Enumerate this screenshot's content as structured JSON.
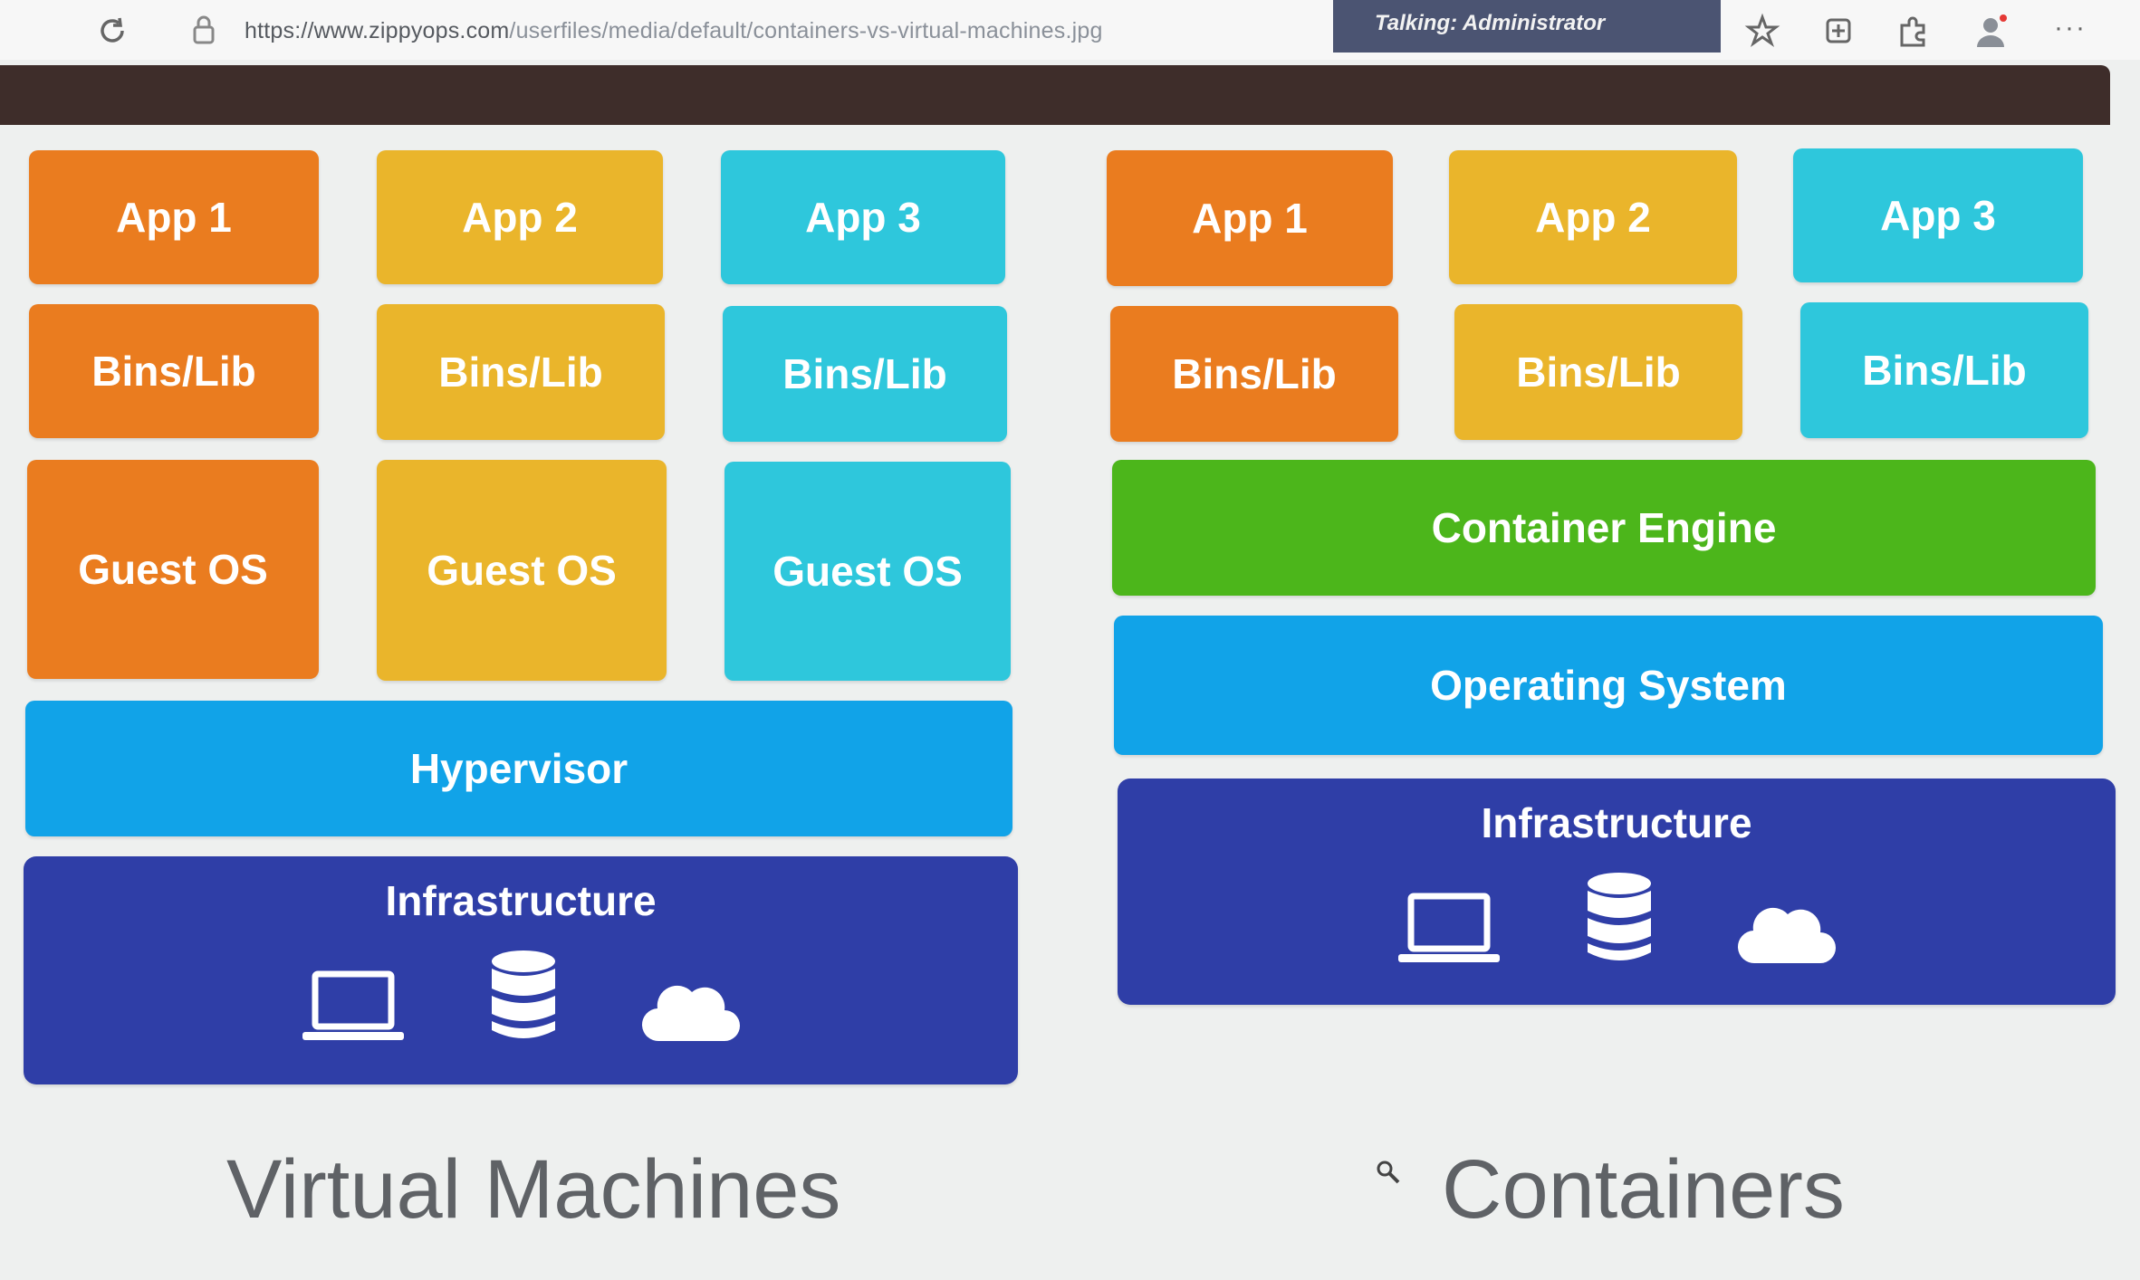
{
  "browser": {
    "url_host": "https://www.zippyops.com",
    "url_path": "/userfiles/media/default/containers-vs-virtual-machines.jpg",
    "talking_label": "Talking: Administrator"
  },
  "vm": {
    "apps": [
      "App 1",
      "App 2",
      "App 3"
    ],
    "bins": [
      "Bins/Lib",
      "Bins/Lib",
      "Bins/Lib"
    ],
    "guest_os": [
      "Guest OS",
      "Guest OS",
      "Guest OS"
    ],
    "hypervisor": "Hypervisor",
    "infrastructure": "Infrastructure",
    "caption": "Virtual Machines"
  },
  "containers": {
    "apps": [
      "App 1",
      "App 2",
      "App 3"
    ],
    "bins": [
      "Bins/Lib",
      "Bins/Lib",
      "Bins/Lib"
    ],
    "engine": "Container Engine",
    "os": "Operating System",
    "infrastructure": "Infrastructure",
    "caption": "Containers"
  },
  "icons": [
    "reload-icon",
    "lock-icon",
    "star-icon",
    "collections-icon",
    "extensions-icon",
    "profile-icon",
    "more-icon",
    "laptop-icon",
    "database-icon",
    "cloud-icon",
    "cursor-icon"
  ],
  "colors": {
    "orange": "#ea7c1f",
    "yellow": "#eab52b",
    "cyan": "#2ec7dc",
    "green": "#4cb61b",
    "blue": "#11a3e8",
    "navy": "#2f3ea7"
  }
}
